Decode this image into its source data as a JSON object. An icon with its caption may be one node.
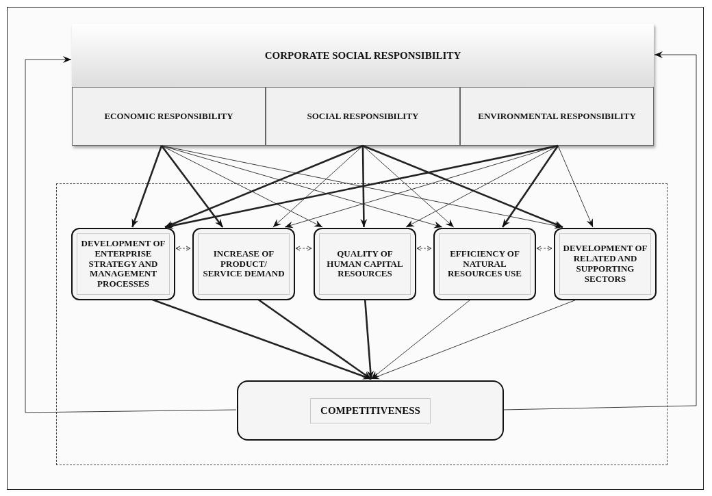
{
  "diagram": {
    "nodes": [
      {
        "text": [
          "CORPORATE SOCIAL RESPONSIBILITY"
        ]
      },
      {
        "text": [
          "ECONOMIC RESPONSIBILITY"
        ],
        "in": 0
      },
      {
        "text": [
          "SOCIAL RESPONSIBILITY"
        ],
        "in": 0
      },
      {
        "text": [
          "ENVIRONMENTAL RESPONSIBILITY"
        ],
        "in": 0
      },
      {
        "text": [],
        "shape": "box"
      },
      {
        "text": [
          "DEVELOPMENT OF ENTERPRISE STRATEGY AND MANAGEMENT PROCESSES"
        ],
        "in": 4
      },
      {
        "text": [
          "INCREASE OF PRODUCT/ SERVICE DEMAND"
        ],
        "in": 4
      },
      {
        "text": [
          "QUALITY OF HUMAN CAPITAL RESOURCES"
        ],
        "in": 4
      },
      {
        "text": [
          "EFFICIENCY OF NATURAL RESOURCES USE"
        ],
        "in": 4
      },
      {
        "text": [
          "DEVELOPMENT OF RELATED AND SUPPORTING SECTORS"
        ],
        "in": 4
      },
      {
        "text": [
          "COMPETITIVENESS"
        ],
        "in": 4
      }
    ],
    "edges": [
      {
        "from": 1,
        "to": 5,
        "arrow": "to",
        "style": "thick"
      },
      {
        "from": 1,
        "to": 6,
        "arrow": "to",
        "style": "thick"
      },
      {
        "from": 1,
        "to": 7,
        "arrow": "to"
      },
      {
        "from": 1,
        "to": 8,
        "arrow": "to"
      },
      {
        "from": 1,
        "to": 9,
        "arrow": "to"
      },
      {
        "from": 2,
        "to": 5,
        "arrow": "to",
        "style": "thick"
      },
      {
        "from": 2,
        "to": 6,
        "arrow": "to"
      },
      {
        "from": 2,
        "to": 7,
        "arrow": "to",
        "style": "thick"
      },
      {
        "from": 2,
        "to": 8,
        "arrow": "to"
      },
      {
        "from": 2,
        "to": 9,
        "arrow": "to",
        "style": "thick"
      },
      {
        "from": 3,
        "to": 5,
        "arrow": "to",
        "style": "thick"
      },
      {
        "from": 3,
        "to": 6,
        "arrow": "to"
      },
      {
        "from": 3,
        "to": 7,
        "arrow": "to"
      },
      {
        "from": 3,
        "to": 8,
        "arrow": "to",
        "style": "thick"
      },
      {
        "from": 3,
        "to": 9,
        "arrow": "to"
      },
      {
        "from": 5,
        "to": 6,
        "arrow": "both",
        "style": "dashed"
      },
      {
        "from": 6,
        "to": 7,
        "arrow": "both",
        "style": "dashed"
      },
      {
        "from": 7,
        "to": 8,
        "arrow": "both",
        "style": "dashed"
      },
      {
        "from": 8,
        "to": 9,
        "arrow": "both",
        "style": "dashed"
      },
      {
        "from": 5,
        "to": 10,
        "arrow": "to",
        "style": "thick"
      },
      {
        "from": 6,
        "to": 10,
        "arrow": "to",
        "style": "thick"
      },
      {
        "from": 7,
        "to": 10,
        "arrow": "to",
        "style": "thick"
      },
      {
        "from": 8,
        "to": 10,
        "arrow": "to"
      },
      {
        "from": 9,
        "to": 10,
        "arrow": "to"
      },
      {
        "from": 10,
        "to": 0,
        "arrow": "to"
      },
      {
        "from": 10,
        "to": 0,
        "arrow": "to"
      }
    ]
  }
}
